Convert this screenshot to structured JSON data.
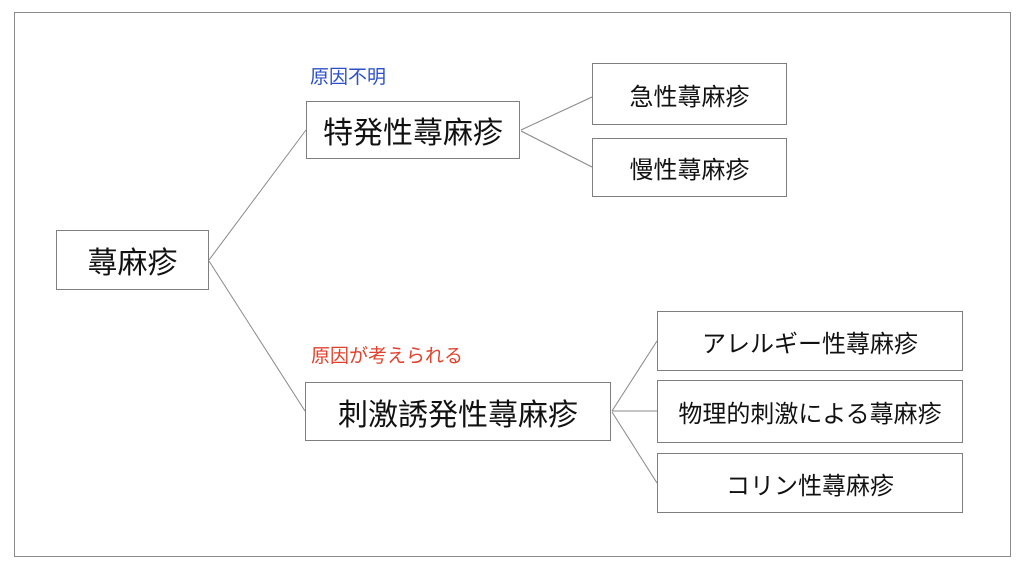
{
  "page": {
    "background": "#ffffff",
    "border_color": "#8a8a8a"
  },
  "colors": {
    "box_border": "#7f7f7f",
    "connector": "#888888",
    "text": "#111111",
    "annotation_blue": "#2B50C8",
    "annotation_red": "#E1412D"
  },
  "diagram": {
    "root": {
      "label": "蕁麻疹"
    },
    "branches": [
      {
        "annotation": {
          "text": "原因不明",
          "color": "#2B50C8"
        },
        "label": "特発性蕁麻疹",
        "children": [
          {
            "label": "急性蕁麻疹"
          },
          {
            "label": "慢性蕁麻疹"
          }
        ]
      },
      {
        "annotation": {
          "text": "原因が考えられる",
          "color": "#E1412D"
        },
        "label": "刺激誘発性蕁麻疹",
        "children": [
          {
            "label": "アレルギー性蕁麻疹"
          },
          {
            "label": "物理的刺激による蕁麻疹"
          },
          {
            "label": "コリン性蕁麻疹"
          }
        ]
      }
    ]
  }
}
